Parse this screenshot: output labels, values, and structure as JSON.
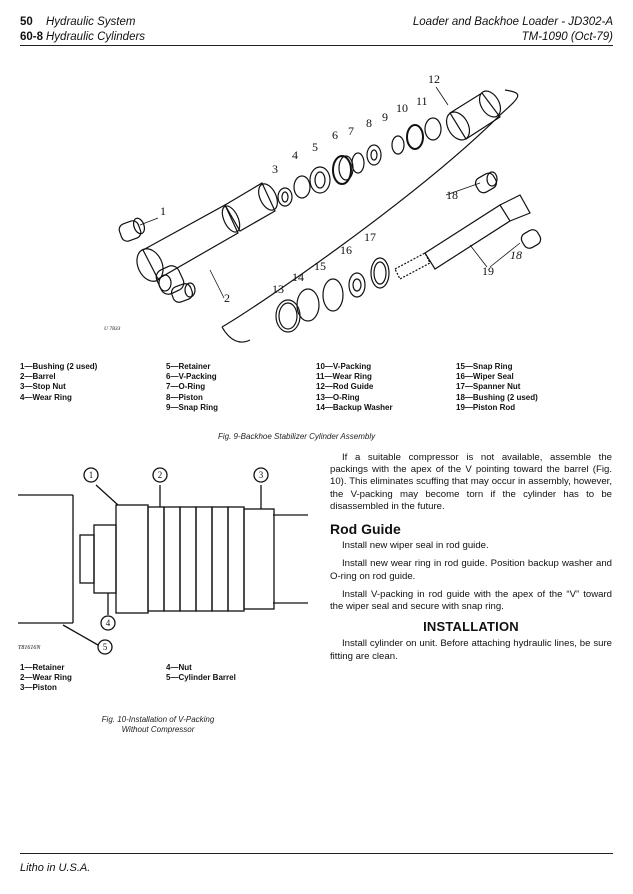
{
  "header": {
    "page_number": "50",
    "section": "Hydraulic System",
    "doc_title": "Loader and Backhoe Loader - JD302-A",
    "sub_number": "60-8",
    "subsection": "Hydraulic Cylinders",
    "manual": "TM-1090   (Oct-79)"
  },
  "figure9": {
    "callouts": [
      "1",
      "2",
      "3",
      "4",
      "5",
      "6",
      "7",
      "8",
      "9",
      "10",
      "11",
      "12",
      "13",
      "14",
      "15",
      "16",
      "17",
      "18",
      "19",
      "18"
    ],
    "plate_id": "U 7833",
    "parts_col1": [
      "1—Bushing (2 used)",
      "2—Barrel",
      "3—Stop Nut",
      "4—Wear Ring"
    ],
    "parts_col2": [
      "5—Retainer",
      "6—V-Packing",
      "7—O-Ring",
      "8—Piston",
      "9—Snap Ring"
    ],
    "parts_col3": [
      "10—V-Packing",
      "11—Wear Ring",
      "12—Rod Guide",
      "13—O-Ring",
      "14—Backup Washer"
    ],
    "parts_col4": [
      "15—Snap Ring",
      "16—Wiper Seal",
      "17—Spanner Nut",
      "18—Bushing (2 used)",
      "19—Piston Rod"
    ],
    "caption": "Fig. 9-Backhoe Stabilizer Cylinder Assembly"
  },
  "figure10": {
    "callouts": [
      "1",
      "2",
      "3",
      "4",
      "5"
    ],
    "plate_id": "T81616N",
    "parts_col1": [
      "1—Retainer",
      "2—Wear Ring",
      "3—Piston"
    ],
    "parts_col2": [
      "4—Nut",
      "5—Cylinder Barrel"
    ],
    "caption_line1": "Fig. 10-Installation of V-Packing",
    "caption_line2": "Without Compressor"
  },
  "body": {
    "intro": "If a suitable compressor is not available, assemble the packings with the apex of the V pointing toward the barrel (Fig. 10). This eliminates scuffing that may occur in assembly, however, the V-packing may become torn if the cylinder has to be disassembled in the future.",
    "rod_guide_heading": "Rod Guide",
    "rod_guide_p1": "Install new wiper seal in rod guide.",
    "rod_guide_p2": "Install new wear ring in rod guide. Position backup washer and O-ring on rod guide.",
    "rod_guide_p3": "Install V-packing in rod guide with the apex of the “V” toward the wiper seal and secure with snap ring.",
    "installation_heading": "INSTALLATION",
    "installation_p1": "Install cylinder on unit. Before attaching hydraulic lines, be sure fitting are clean."
  },
  "footer": {
    "litho": "Litho in U.S.A."
  }
}
